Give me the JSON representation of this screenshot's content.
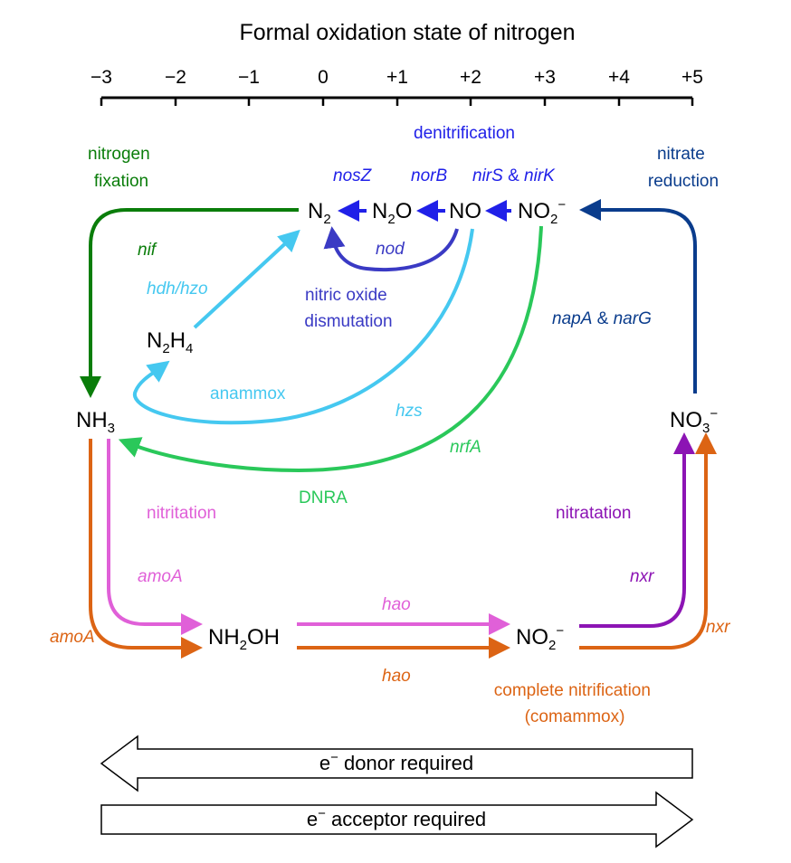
{
  "axis": {
    "title": "Formal oxidation state of nitrogen",
    "ticks": [
      "−3",
      "−2",
      "−1",
      "0",
      "+1",
      "+2",
      "+3",
      "+4",
      "+5"
    ]
  },
  "colors": {
    "fixation": "#0a7d0a",
    "denitrification": "#2020e8",
    "nod": "#3a3ac4",
    "anammox": "#45c8f0",
    "dnra": "#2ac85a",
    "nitrate_reduction": "#0a3c8c",
    "nitritation": "#e060d8",
    "nitratation": "#8c14b4",
    "comammox": "#dc6414"
  },
  "species": {
    "n2": {
      "base": "N",
      "sub": "2",
      "rest": ""
    },
    "n2o": {
      "base": "N",
      "sub": "2",
      "rest": "O"
    },
    "no": {
      "text": "NO"
    },
    "no2_top": {
      "base": "NO",
      "sub": "2",
      "sup": "−"
    },
    "n2h4": {
      "base": "N",
      "sub": "2",
      "rest": "H",
      "sub2": "4"
    },
    "nh3": {
      "base": "NH",
      "sub": "3"
    },
    "no3": {
      "base": "NO",
      "sub": "3",
      "sup": "−"
    },
    "nh2oh": {
      "base": "NH",
      "sub": "2",
      "rest": "OH"
    },
    "no2_bottom": {
      "base": "NO",
      "sub": "2",
      "sup": "−"
    }
  },
  "labels": {
    "nitrogen_fixation": [
      "nitrogen",
      "fixation"
    ],
    "nif": "nif",
    "hdh_hzo": "hdh/hzo",
    "denitrification": "denitrification",
    "nosZ": "nosZ",
    "norB": "norB",
    "nirS": "nirS",
    "amp1": " & ",
    "nirK": "nirK",
    "nod": "nod",
    "nitric_oxide_dismutation": [
      "nitric oxide",
      "dismutation"
    ],
    "nitrate_reduction": [
      "nitrate",
      "reduction"
    ],
    "napA": "napA",
    "amp2": " & ",
    "narG": "narG",
    "anammox": "anammox",
    "hzs": "hzs",
    "nrfA": "nrfA",
    "dnra": "DNRA",
    "nitritation": "nitritation",
    "amoA_pink": "amoA",
    "amoA_orange": "amoA",
    "hao_pink": "hao",
    "hao_orange": "hao",
    "nitratation": "nitratation",
    "nxr_purple": "nxr",
    "nxr_orange": "nxr",
    "comammox": [
      "complete nitrification",
      "(comammox)"
    ]
  },
  "bottom": {
    "donor": {
      "pre": "e",
      "sup": "−",
      "post": " donor required"
    },
    "acceptor": {
      "pre": "e",
      "sup": "−",
      "post": " acceptor required"
    }
  }
}
